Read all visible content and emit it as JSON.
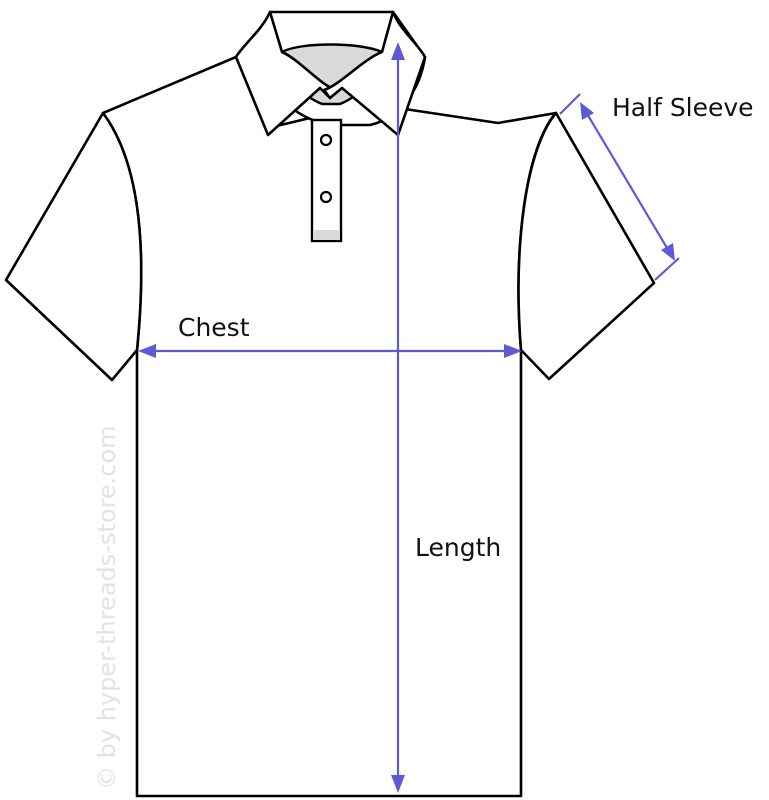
{
  "labels": {
    "half_sleeve": "Half Sleeve",
    "chest": "Chest",
    "length": "Length"
  },
  "watermark": "© by hyper-threads-store.com",
  "colors": {
    "measure": "#5b5bd6",
    "outline": "#000000",
    "collar_fill": "#d9d9d9",
    "watermark": "#e3e3e3"
  }
}
